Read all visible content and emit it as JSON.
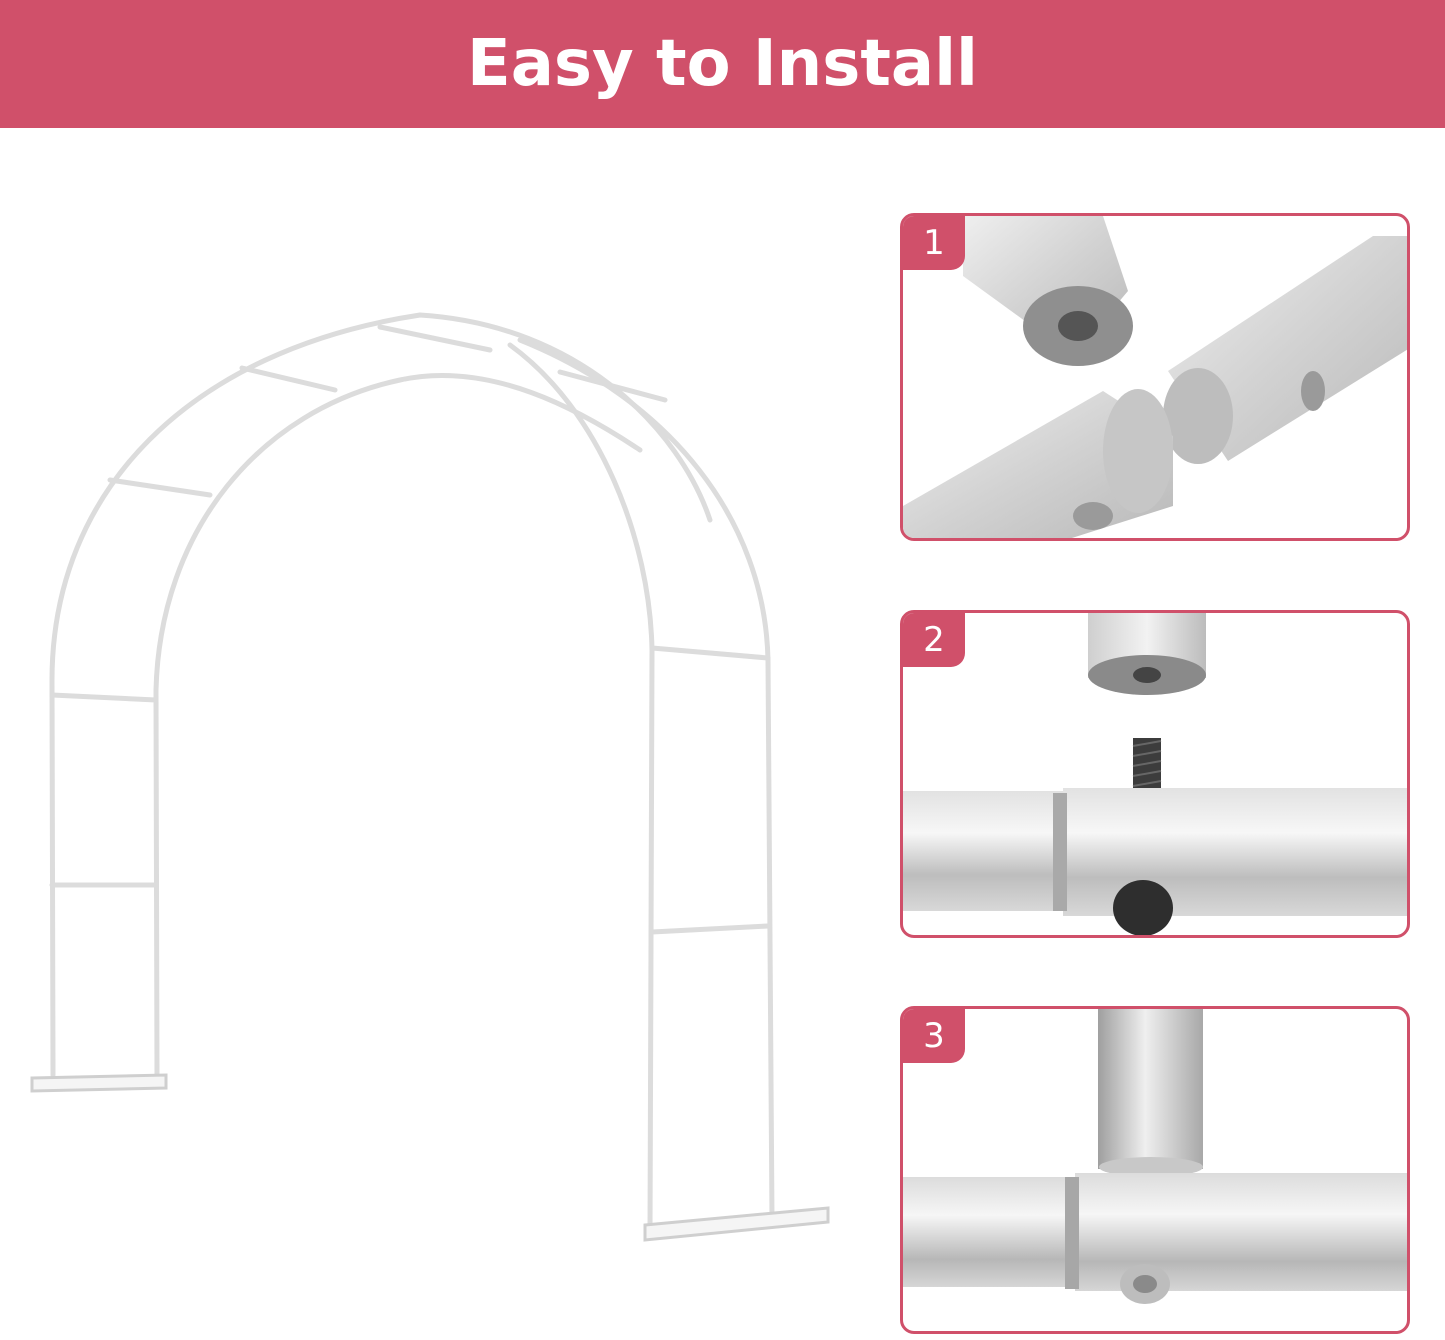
{
  "banner": {
    "title": "Easy to Install",
    "color": "#d0506a"
  },
  "steps": [
    {
      "number": "1",
      "icon": "tube-connector-icon"
    },
    {
      "number": "2",
      "icon": "screw-joint-icon"
    },
    {
      "number": "3",
      "icon": "t-joint-icon"
    }
  ],
  "colors": {
    "accent": "#d0506a",
    "frame": "#e6e6e6",
    "metal": "#c9c9c9"
  }
}
